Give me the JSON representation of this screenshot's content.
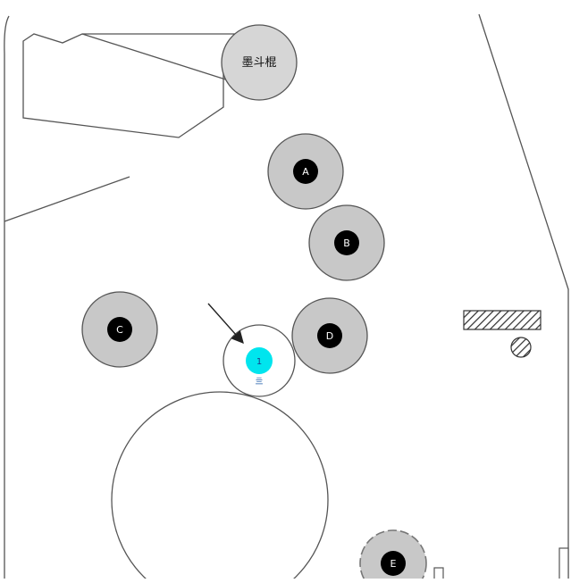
{
  "labels": {
    "ink_roller": "墨斗棍",
    "roller_a": "A",
    "roller_b": "B",
    "roller_c": "C",
    "roller_d": "D",
    "roller_e": "E",
    "small_roller": "1",
    "small_roller_sub": "亖"
  },
  "colors": {
    "outline": "#4a4a4a",
    "roller_fill": "#c8c8c8",
    "hub_fill": "#000000",
    "hub_text": "#ffffff",
    "highlight": "#00e5ee",
    "highlight_text": "#1a3a8a",
    "background": "#ffffff"
  }
}
